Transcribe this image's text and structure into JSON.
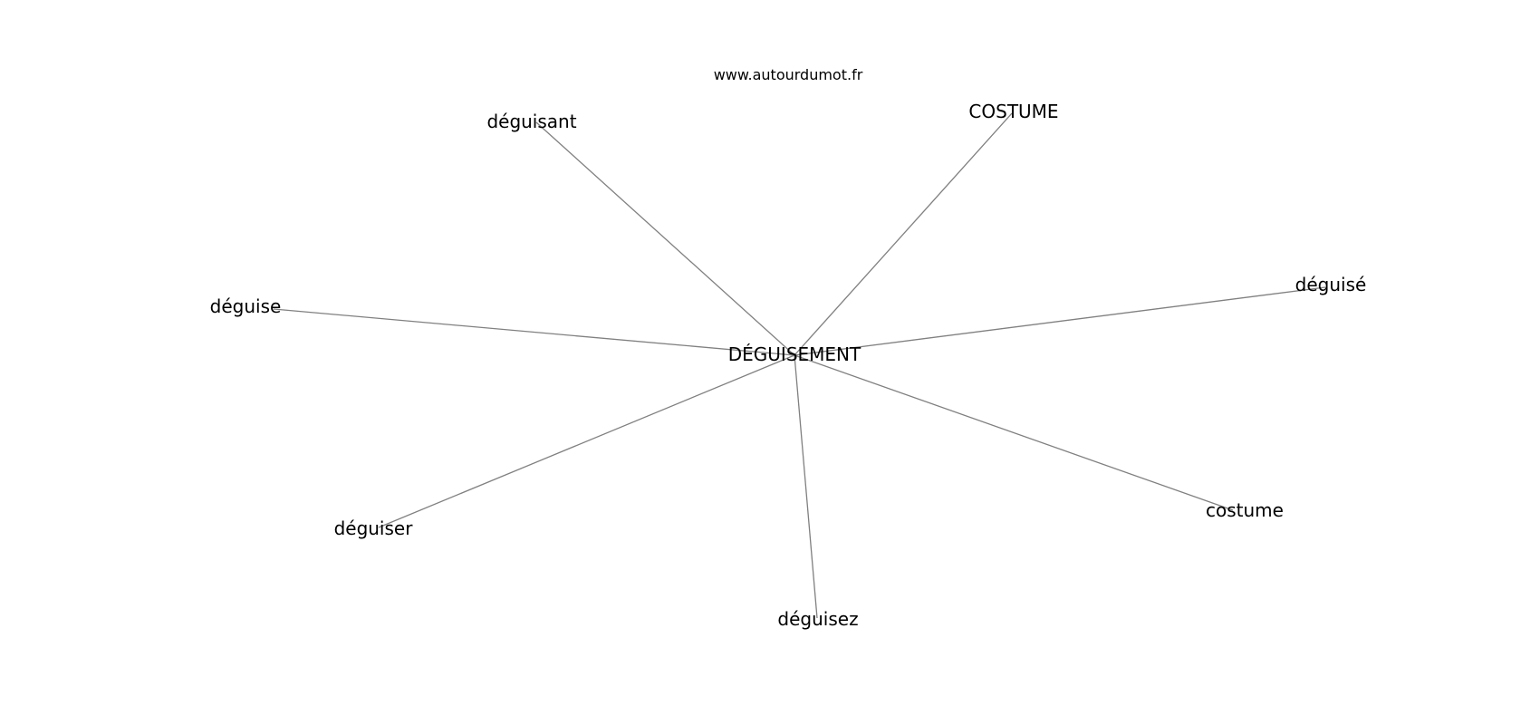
{
  "source": "www.autourdumot.fr",
  "center": "DÉGUISEMENT",
  "edge_color": "#808080",
  "text_color": "#000000",
  "nodes": [
    {
      "id": "deguisant",
      "label": "déguisant"
    },
    {
      "id": "costume-upper",
      "label": "COSTUME"
    },
    {
      "id": "deguise-accent",
      "label": "déguisé"
    },
    {
      "id": "deguise",
      "label": "déguise"
    },
    {
      "id": "costume",
      "label": "costume"
    },
    {
      "id": "deguiser",
      "label": "déguiser"
    },
    {
      "id": "deguisez",
      "label": "déguisez"
    }
  ]
}
